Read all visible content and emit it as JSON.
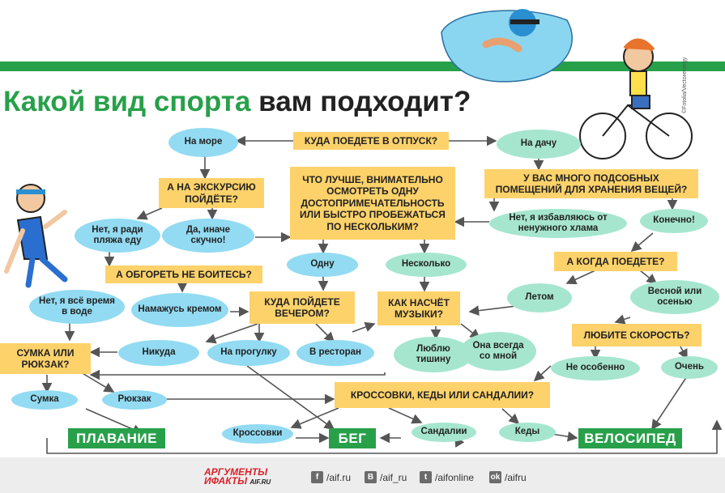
{
  "title": {
    "part1": "Какой вид спорта",
    "part2": "вам подходит?"
  },
  "colors": {
    "green": "#28a04a",
    "question": "#fdd26a",
    "answer_blue": "#92dbf2",
    "answer_green": "#a6e6cf"
  },
  "questions": {
    "q_vacation": "Куда поедете в отпуск?",
    "q_excursion": "А на экскурсию пойдёте?",
    "q_sight": "Что лучше, внимательно осмотреть одну достопримечательность или быстро пробежаться по нескольким?",
    "q_storage": "У вас много подсобных помещений для хранения вещей?",
    "q_sunburn": "А обгореть не боитесь?",
    "q_evening": "Куда пойдете вечером?",
    "q_music": "Как насчёт музыки?",
    "q_when": "А когда поедете?",
    "q_speed": "Любите скорость?",
    "q_bag": "Сумка или рюкзак?",
    "q_shoes": "Кроссовки, кеды или сандалии?"
  },
  "answers": {
    "a_sea": "На море",
    "a_dacha": "На дачу",
    "a_beach": "Нет, я ради пляжа еду",
    "a_bored": "Да, иначе скучно!",
    "a_one": "Одну",
    "a_several": "Несколько",
    "a_riddance": "Нет, я избавляюсь от ненужного хлама",
    "a_ofcourse": "Конечно!",
    "a_water": "Нет, я всё время в воде",
    "a_cream": "Намажусь кремом",
    "a_summer": "Летом",
    "a_spring": "Весной или осенью",
    "a_silence": "Люблю тишину",
    "a_withme": "Она всегда со мной",
    "a_nowhere": "Никуда",
    "a_walk": "На прогулку",
    "a_restaurant": "В ресторан",
    "a_notreally": "Не особенно",
    "a_very": "Очень",
    "a_bagans": "Сумка",
    "a_backpack": "Рюкзак",
    "a_sneakers": "Кроссовки",
    "a_sandals": "Сандалии",
    "a_keds": "Кеды"
  },
  "results": {
    "swimming": "ПЛАВАНИЕ",
    "running": "БЕГ",
    "cycling": "ВЕЛОСИПЕД"
  },
  "credit": "©Fotolia/Vectorenergy",
  "footer": {
    "logo_line1": "АРГУМЕНТЫ",
    "logo_line2": "ИФАКТЫ",
    "logo_site": "AIF.RU",
    "social": [
      {
        "icon": "facebook-icon",
        "glyph": "f",
        "label": "/aif.ru"
      },
      {
        "icon": "vk-icon",
        "glyph": "B",
        "label": "/aif_ru"
      },
      {
        "icon": "twitter-icon",
        "glyph": "t",
        "label": "/aifonline"
      },
      {
        "icon": "odnoklassniki-icon",
        "glyph": "ok",
        "label": "/aifru"
      }
    ]
  }
}
